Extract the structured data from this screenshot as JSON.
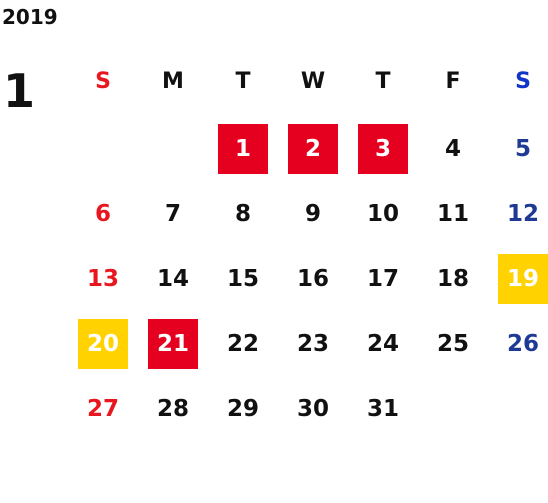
{
  "calendar": {
    "year": "2019",
    "month": "1",
    "weekdays": [
      "S",
      "M",
      "T",
      "W",
      "T",
      "F",
      "S"
    ],
    "weeks": [
      [
        {
          "day": "",
          "type": "empty"
        },
        {
          "day": "",
          "type": "empty"
        },
        {
          "day": "1",
          "type": "holiday"
        },
        {
          "day": "2",
          "type": "holiday"
        },
        {
          "day": "3",
          "type": "holiday"
        },
        {
          "day": "4",
          "type": "weekday"
        },
        {
          "day": "5",
          "type": "saturday"
        }
      ],
      [
        {
          "day": "6",
          "type": "sunday"
        },
        {
          "day": "7",
          "type": "weekday"
        },
        {
          "day": "8",
          "type": "weekday"
        },
        {
          "day": "9",
          "type": "weekday"
        },
        {
          "day": "10",
          "type": "weekday"
        },
        {
          "day": "11",
          "type": "weekday"
        },
        {
          "day": "12",
          "type": "saturday"
        }
      ],
      [
        {
          "day": "13",
          "type": "sunday"
        },
        {
          "day": "14",
          "type": "weekday"
        },
        {
          "day": "15",
          "type": "weekday"
        },
        {
          "day": "16",
          "type": "weekday"
        },
        {
          "day": "17",
          "type": "weekday"
        },
        {
          "day": "18",
          "type": "weekday"
        },
        {
          "day": "19",
          "type": "highlight"
        }
      ],
      [
        {
          "day": "20",
          "type": "highlight"
        },
        {
          "day": "21",
          "type": "holiday"
        },
        {
          "day": "22",
          "type": "weekday"
        },
        {
          "day": "23",
          "type": "weekday"
        },
        {
          "day": "24",
          "type": "weekday"
        },
        {
          "day": "25",
          "type": "weekday"
        },
        {
          "day": "26",
          "type": "saturday"
        }
      ],
      [
        {
          "day": "27",
          "type": "sunday"
        },
        {
          "day": "28",
          "type": "weekday"
        },
        {
          "day": "29",
          "type": "weekday"
        },
        {
          "day": "30",
          "type": "weekday"
        },
        {
          "day": "31",
          "type": "weekday"
        },
        {
          "day": "",
          "type": "empty"
        },
        {
          "day": "",
          "type": "empty"
        }
      ]
    ]
  },
  "colors": {
    "sunday": "#e8161e",
    "saturday": "#1f3a94",
    "saturday_header": "#1033c8",
    "holiday_bg": "#e5001f",
    "highlight_bg": "#ffd200",
    "text": "#111111"
  }
}
